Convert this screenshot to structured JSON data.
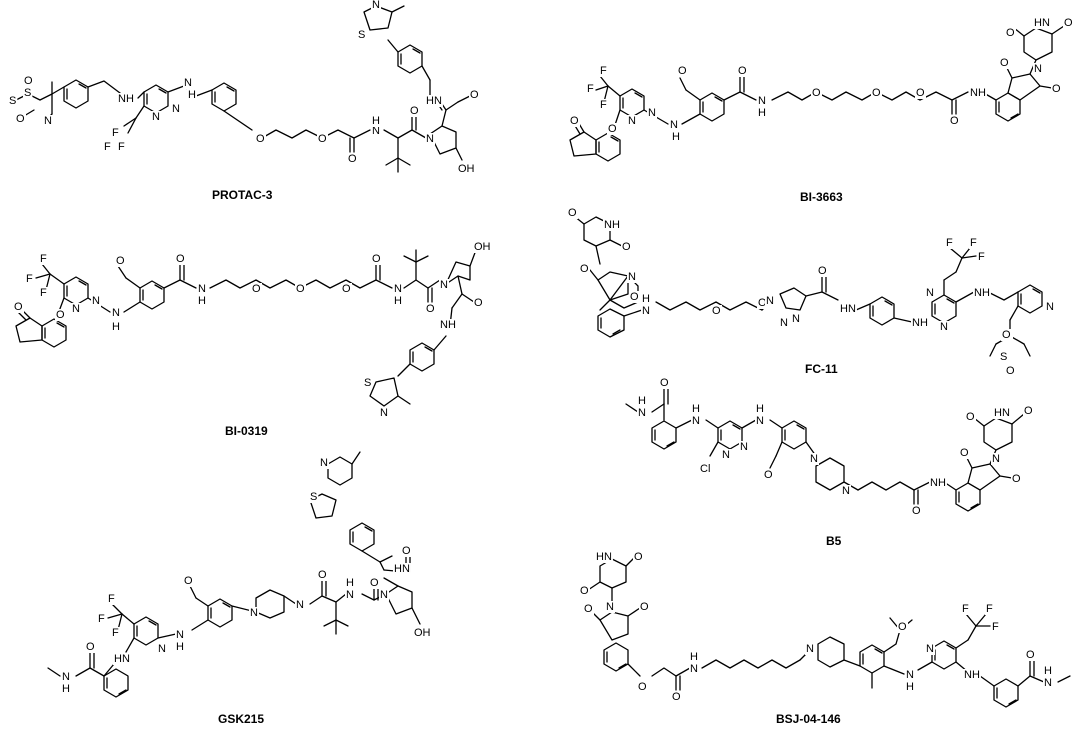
{
  "compounds": [
    {
      "id": "protac3",
      "name": "PROTAC-3"
    },
    {
      "id": "bi3663",
      "name": "BI-3663"
    },
    {
      "id": "bi0319",
      "name": "BI-0319"
    },
    {
      "id": "fc11",
      "name": "FC-11"
    },
    {
      "id": "b5",
      "name": "B5"
    },
    {
      "id": "gsk215",
      "name": "GSK215"
    },
    {
      "id": "bsj",
      "name": "BSJ-04-146"
    }
  ],
  "atom_labels": {
    "F": "F",
    "N": "N",
    "O": "O",
    "S": "S",
    "Cl": "Cl",
    "NH": "NH",
    "HN": "HN",
    "OH": "OH",
    "H": "H"
  }
}
